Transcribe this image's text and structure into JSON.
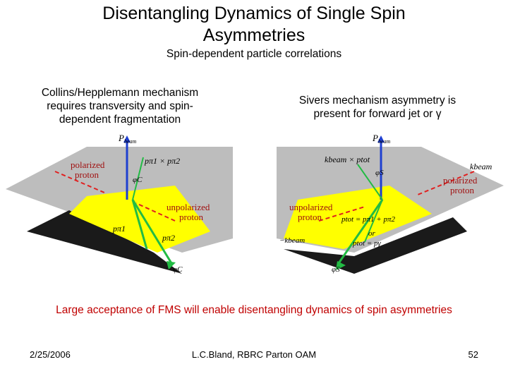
{
  "slide": {
    "title": "Disentangling Dynamics of Single Spin\nAsymmetries",
    "subtitle": "Spin-dependent particle correlations",
    "left_caption": "Collins/Hepplemann mechanism\nrequires transversity and spin-\ndependent fragmentation",
    "right_caption": "Sivers mechanism asymmetry is\npresent for forward jet or γ",
    "conclusion": "Large acceptance of FMS will enable disentangling dynamics of spin asymmetries",
    "footer": {
      "date": "2/25/2006",
      "author": "L.C.Bland, RBRC Parton OAM",
      "page": "52"
    }
  },
  "left_diagram": {
    "beam_label": "P",
    "beam_sub": "beam",
    "cross_label": "pπ1 × pπ2",
    "phi_label": "φC",
    "phi_label_bottom": "φC",
    "polarized_label_1": "polarized",
    "polarized_label_2": "proton",
    "unpolarized_label_1": "unpolarized",
    "unpolarized_label_2": "proton",
    "p1_label": "pπ1",
    "p2_label": "pπ2"
  },
  "right_diagram": {
    "beam_label": "P",
    "beam_sub": "beam",
    "kxp_label": "kbeam × ptot",
    "phi_label": "φS",
    "phi_label_bottom": "φS",
    "kbeam_label": "kbeam",
    "polarized_label_1": "polarized",
    "polarized_label_2": "proton",
    "unpolarized_label_1": "unpolarized",
    "unpolarized_label_2": "proton",
    "ptot_label": "ptot = pπ1 + pπ2",
    "or_label": "or",
    "ptot_gamma_label": "ptot = pγ",
    "minus_k_label": "−kbeam"
  },
  "colors": {
    "conclusion": "#c00000",
    "plane_gray": "#bdbdbd",
    "plane_yellow": "#ffff00",
    "plane_dark": "#1a1a1a",
    "arrow_green": "#22bb44",
    "beam_blue": "#1e3fd0",
    "dashed_red": "#e02020"
  }
}
